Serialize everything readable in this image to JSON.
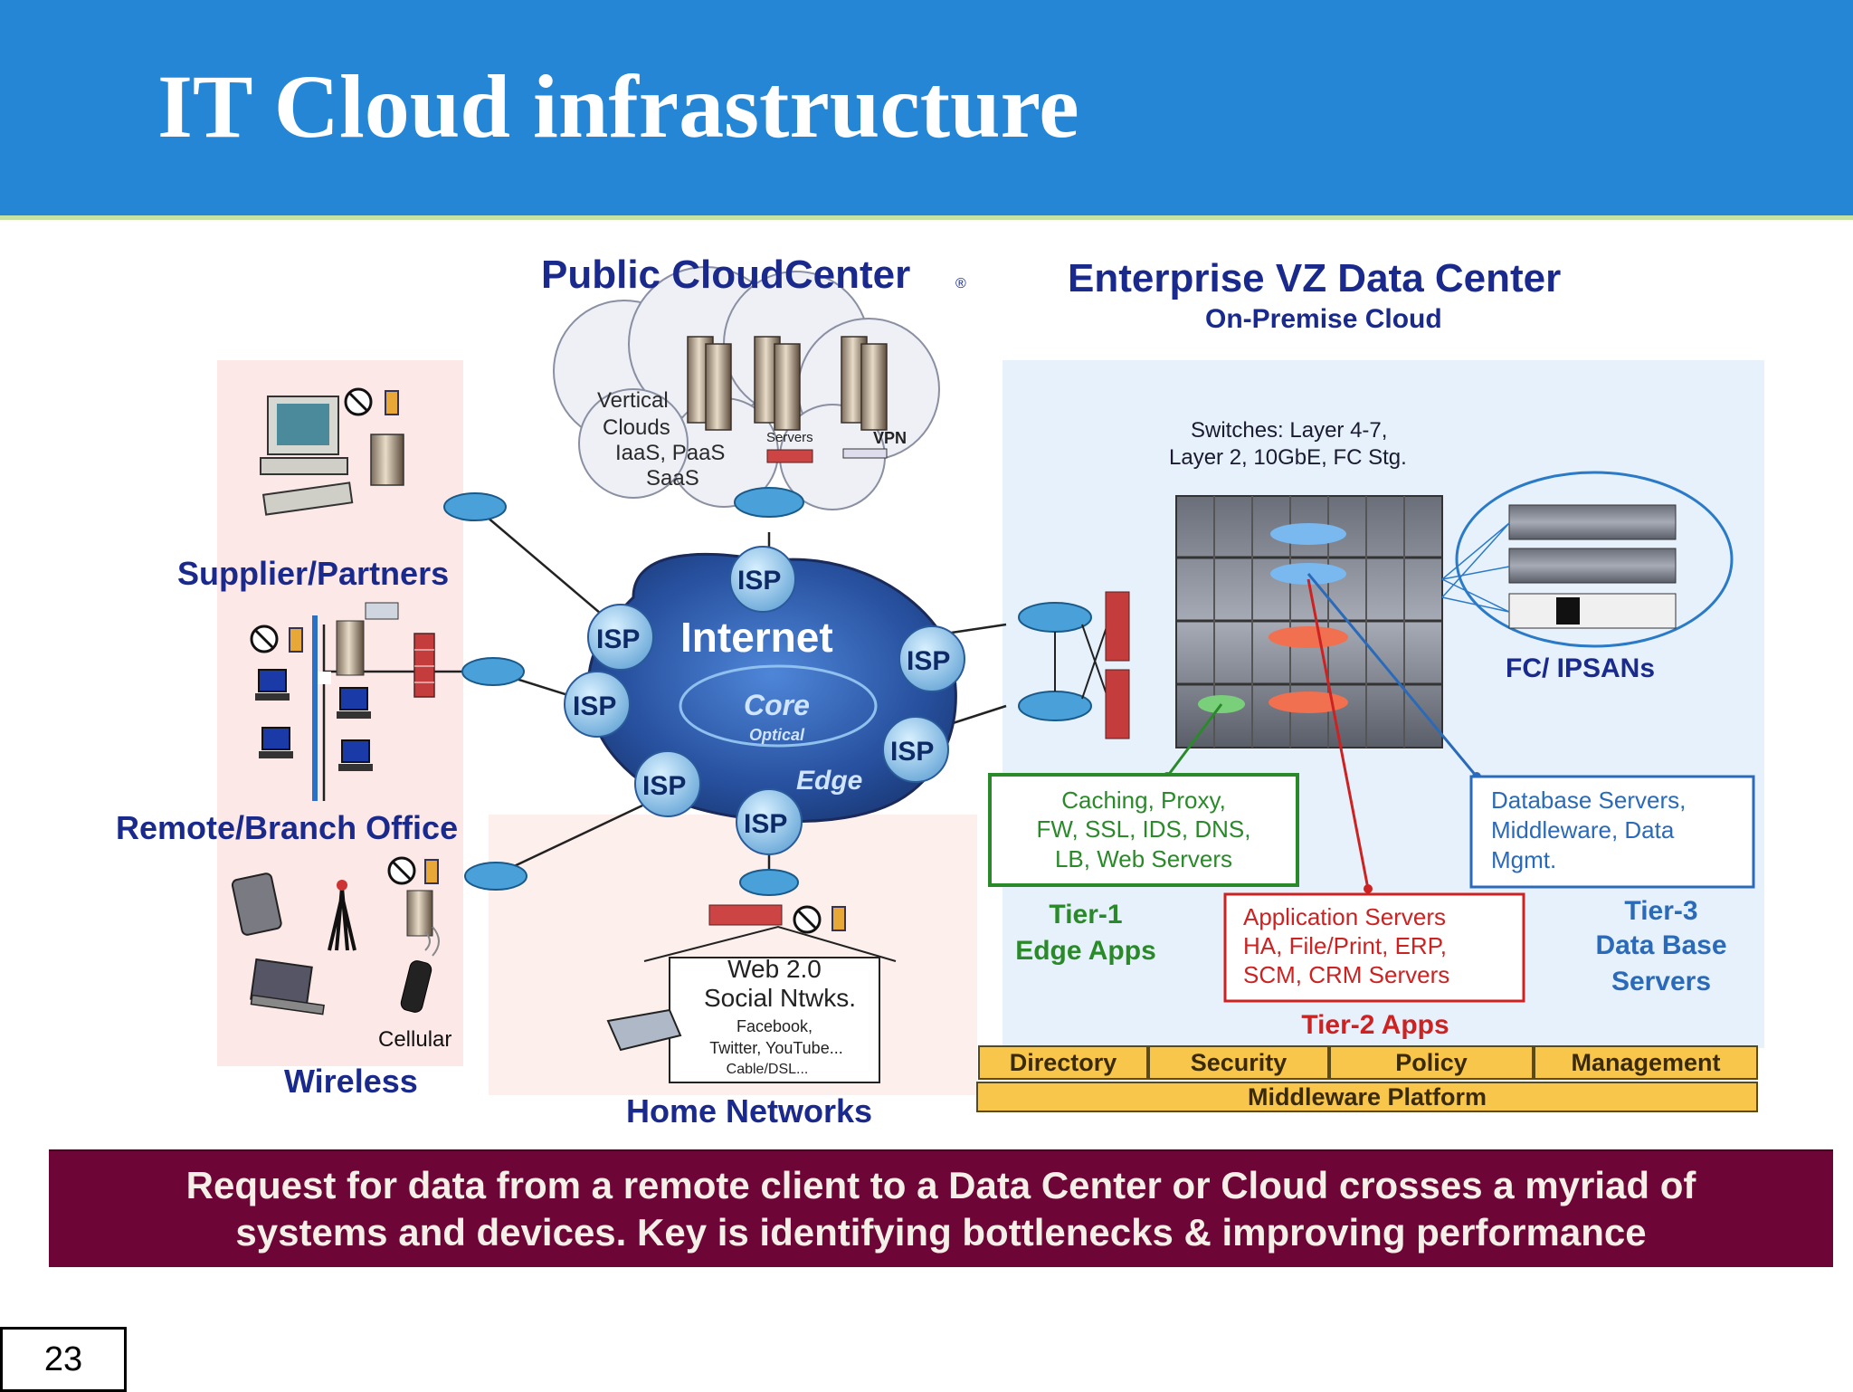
{
  "title": "IT Cloud infrastructure",
  "diagram": {
    "public_cloud": {
      "title": "Public CloudCenter",
      "registered": "®",
      "vertical_clouds": [
        "Vertical",
        "Clouds",
        "IaaS, PaaS",
        "SaaS"
      ],
      "servers_label": "Servers",
      "vpn_label": "VPN"
    },
    "internet": {
      "label": "Internet",
      "core": "Core",
      "optical": "Optical",
      "edge": "Edge",
      "isp": "ISP"
    },
    "enterprise": {
      "title": "Enterprise VZ Data Center",
      "subtitle": "On-Premise Cloud",
      "switches": [
        "Switches: Layer 4-7,",
        "Layer 2, 10GbE,  FC Stg."
      ],
      "fc_ipsans": "FC/ IPSANs",
      "tier1_box": [
        "Caching, Proxy,",
        "FW, SSL, IDS, DNS,",
        "LB, Web Servers"
      ],
      "tier1_label": [
        "Tier-1",
        "Edge Apps"
      ],
      "tier2_box": [
        "Application Servers",
        "HA, File/Print, ERP,",
        "SCM, CRM Servers"
      ],
      "tier2_label": "Tier-2 Apps",
      "tier3_box": [
        "Database Servers,",
        "Middleware, Data",
        "Mgmt."
      ],
      "tier3_label": [
        "Tier-3",
        "Data Base",
        "Servers"
      ],
      "services": [
        "Directory",
        "Security",
        "Policy",
        "Management"
      ],
      "middleware": "Middleware Platform"
    },
    "left": {
      "supplier": "Supplier/Partners",
      "branch": "Remote/Branch Office",
      "wireless": "Wireless",
      "cellular": "Cellular"
    },
    "home": {
      "title": "Home Networks",
      "web": [
        "Web 2.0",
        "Social Ntwks."
      ],
      "sites": [
        "Facebook,",
        "Twitter, YouTube...",
        "Cable/DSL..."
      ]
    }
  },
  "footer": {
    "line1": "Request for data from a remote client to a Data Center or Cloud crosses a myriad of",
    "line2": "systems and devices. Key is identifying bottlenecks & improving performance"
  },
  "page_number": "23",
  "colors": {
    "title_bar": "#2586d6",
    "footer_band": "#6d0636",
    "label_blue": "#1a2a8c",
    "tier1_green": "#2a8a2a",
    "tier2_red": "#cc2222",
    "tier3_blue": "#2a6ab8",
    "service_bar": "#f7c64a"
  }
}
